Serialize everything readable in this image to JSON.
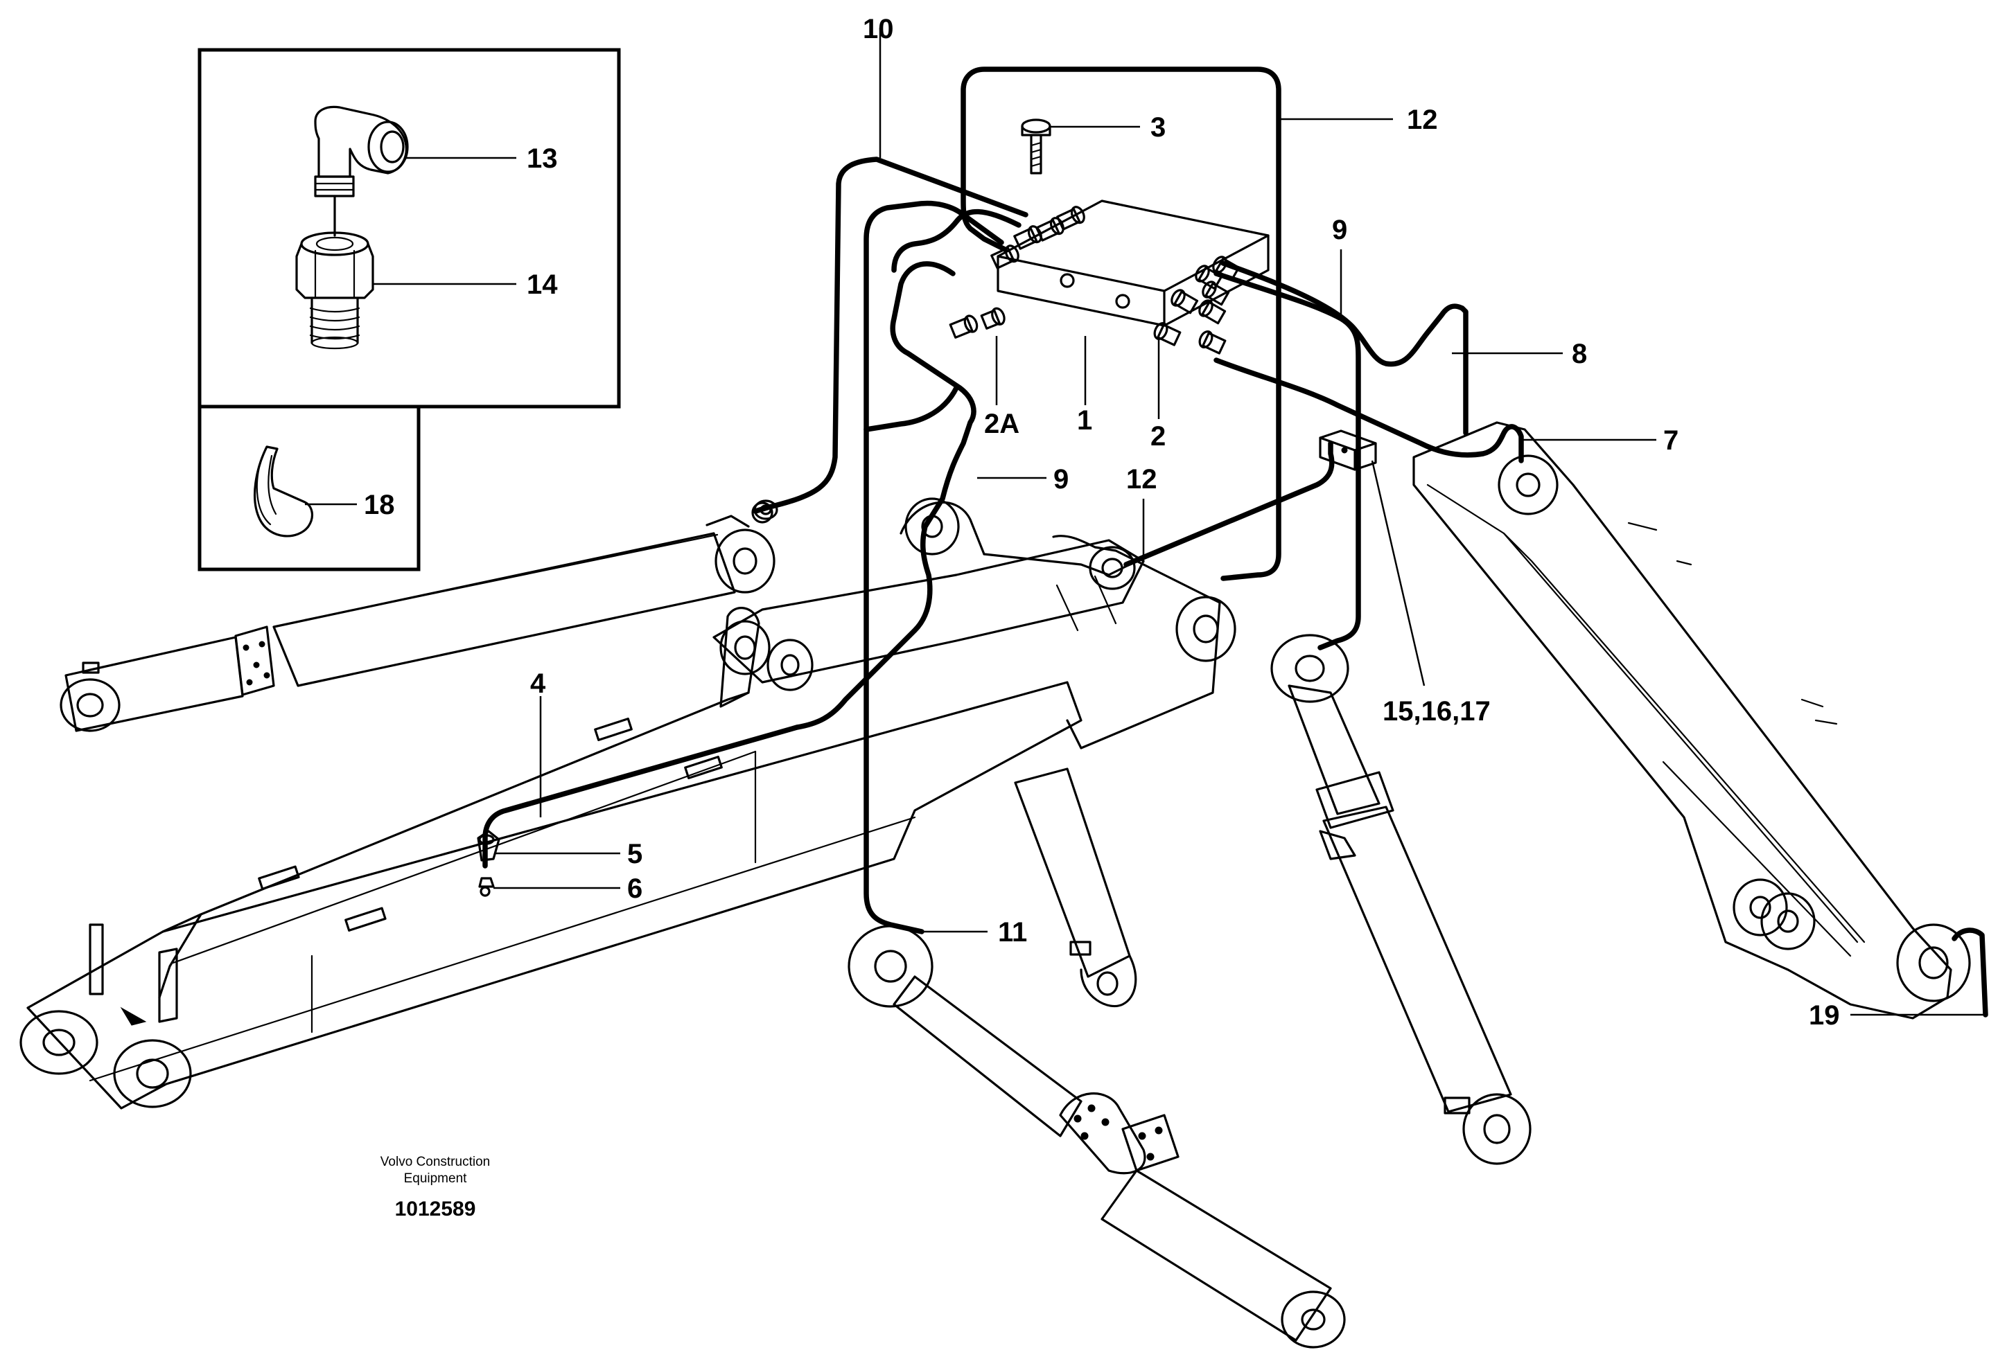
{
  "callouts": {
    "c1": "1",
    "c2": "2",
    "c2a": "2A",
    "c3": "3",
    "c4": "4",
    "c5": "5",
    "c6": "6",
    "c7": "7",
    "c8": "8",
    "c9a": "9",
    "c9b": "9",
    "c10": "10",
    "c11": "11",
    "c12a": "12",
    "c12b": "12",
    "c13": "13",
    "c14": "14",
    "c151617": "15,16,17",
    "c18": "18",
    "c19": "19"
  },
  "caption": {
    "company_line1": "Volvo Construction",
    "company_line2": "Equipment",
    "drawing_number": "1012589"
  }
}
